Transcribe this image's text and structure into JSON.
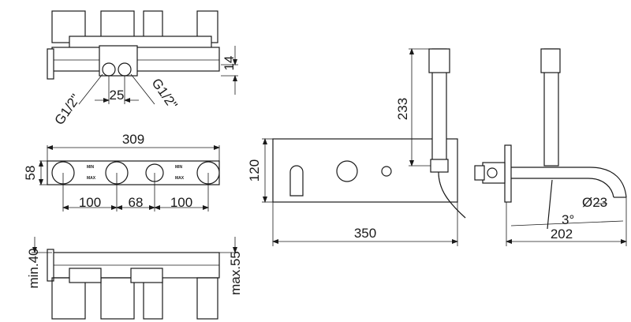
{
  "dimensions": {
    "top_view": {
      "height": "14",
      "spacing": "25",
      "inlet_left": "G1/2\"",
      "inlet_right": "G1/2\""
    },
    "front_view": {
      "overall_width": "309",
      "height": "58",
      "spacing_left": "100",
      "spacing_mid": "68",
      "spacing_right": "100",
      "label_min": "MIN",
      "label_max": "MAX"
    },
    "bottom_view": {
      "min_depth": "min.40",
      "max_depth": "max.55"
    },
    "plate_view": {
      "shower_height": "233",
      "plate_height": "120",
      "plate_width": "350"
    },
    "side_view": {
      "spout_diameter": "Ø23",
      "angle": "3°",
      "projection": "202"
    }
  }
}
